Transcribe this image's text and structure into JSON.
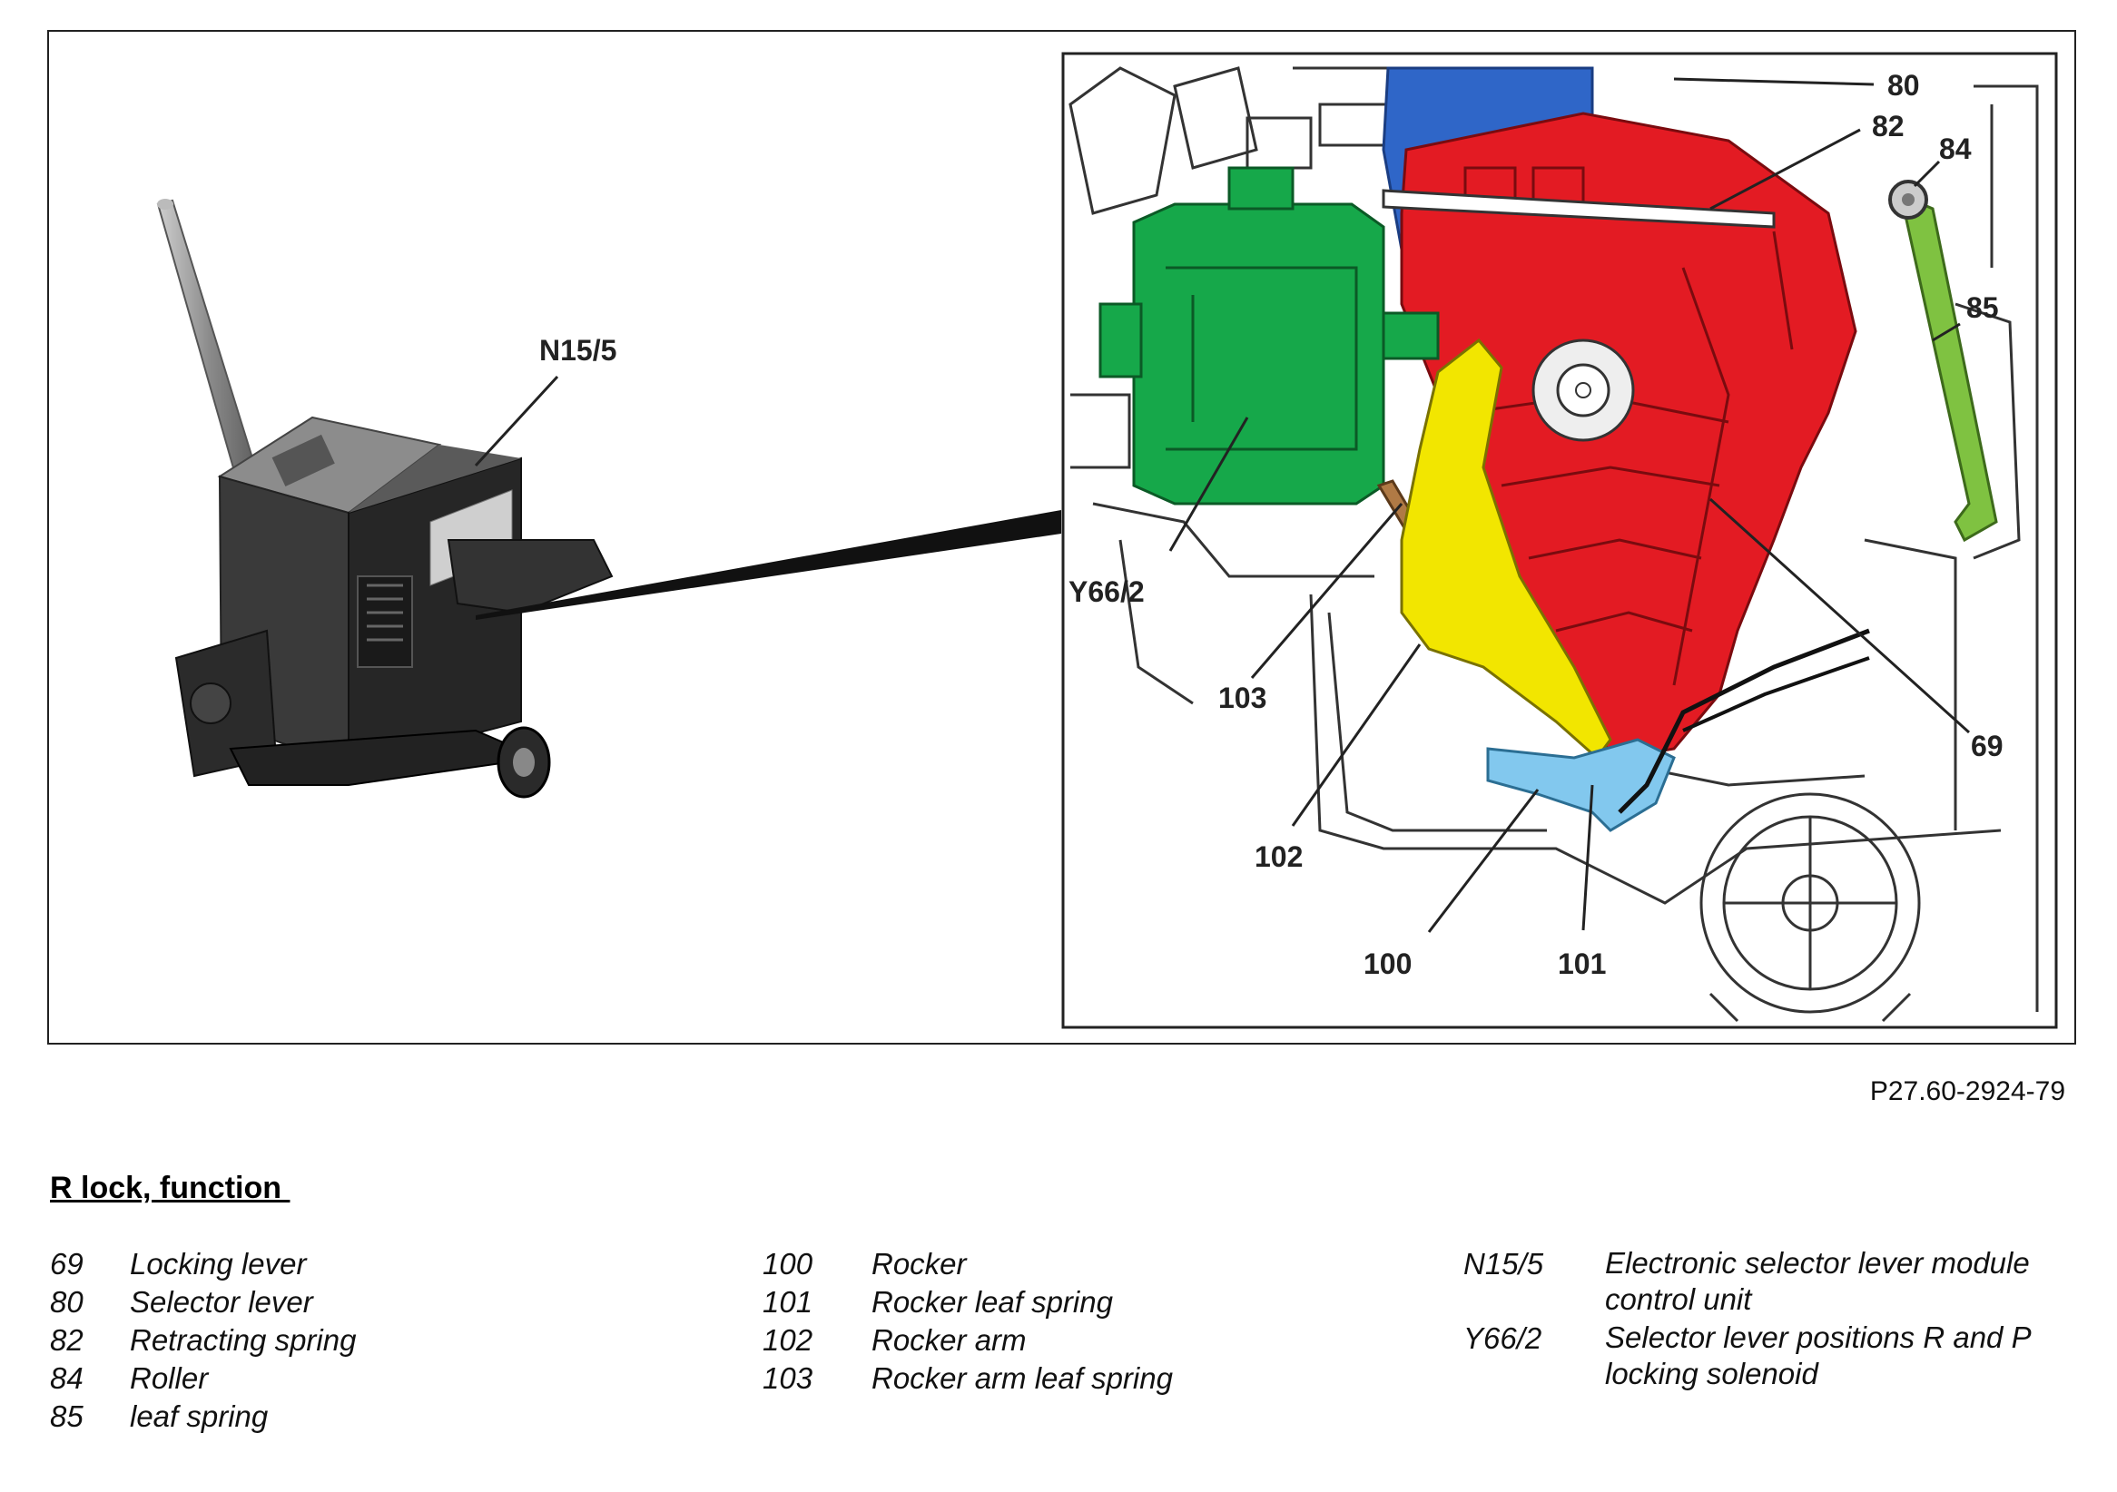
{
  "figure": {
    "labels": {
      "n15_5_photo": "N15/5",
      "l80": "80",
      "l82": "82",
      "l84": "84",
      "l85": "85",
      "l69": "69",
      "y66_2": "Y66/2",
      "l103": "103",
      "l102": "102",
      "l100": "100",
      "l101": "101"
    },
    "colors": {
      "selector_lever_80": "#2f66c8",
      "locking_lever_69": "#e31b23",
      "solenoid_y66_2": "#16a84a",
      "rocker_arm_102": "#f2e600",
      "rocker_100": "#82c8ee",
      "leaf_spring_85": "#7fc241",
      "rocker_arm_leaf_spring_103": "#b07a45"
    },
    "reference": "P27.60-2924-79"
  },
  "title": "R lock, function ",
  "legend": {
    "col1": [
      {
        "key": "69",
        "text": "Locking lever"
      },
      {
        "key": "80",
        "text": "Selector lever"
      },
      {
        "key": "82",
        "text": "Retracting spring"
      },
      {
        "key": "84",
        "text": "Roller"
      },
      {
        "key": "85",
        "text": "leaf spring"
      }
    ],
    "col2": [
      {
        "key": "100",
        "text": "Rocker"
      },
      {
        "key": "101",
        "text": "Rocker leaf spring"
      },
      {
        "key": "102",
        "text": "Rocker arm"
      },
      {
        "key": "103",
        "text": "Rocker arm leaf spring"
      }
    ],
    "col3": [
      {
        "key": "N15/5",
        "text": "Electronic selector lever module control unit"
      },
      {
        "key": "Y66/2",
        "text": "Selector lever positions R and P locking solenoid"
      }
    ]
  }
}
